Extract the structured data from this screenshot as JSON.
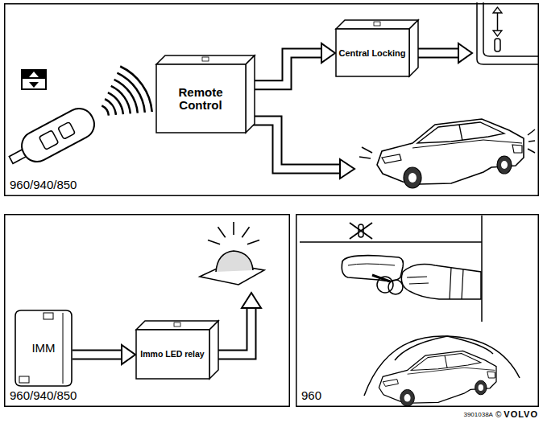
{
  "diagram": {
    "nodes": [
      {
        "text": [
          "960/940/850"
        ]
      },
      {
        "text": [
          "Remote Control"
        ],
        "in": 0
      },
      {
        "text": [
          "Central Locking"
        ],
        "in": 0
      },
      {
        "text": [
          "960/940/850"
        ]
      },
      {
        "text": [
          "IMM"
        ],
        "in": 3
      },
      {
        "text": [
          "Immo LED relay"
        ],
        "in": 3
      },
      {
        "text": [
          "960"
        ]
      }
    ],
    "edges": [
      {
        "from": 1,
        "to": 2,
        "arrow": "to"
      },
      {
        "from": 4,
        "to": 5,
        "arrow": "to"
      }
    ],
    "labels": [
      "3901038A",
      "©",
      "VOLVO"
    ]
  }
}
